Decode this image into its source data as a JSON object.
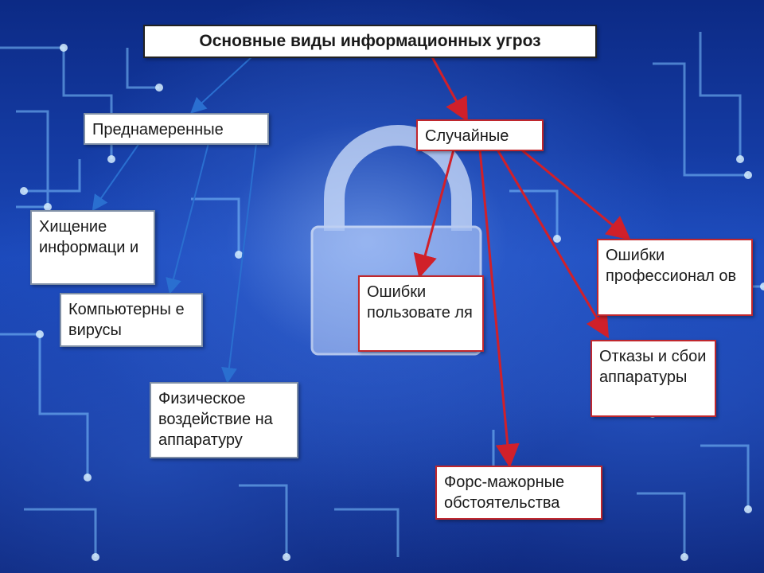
{
  "title": "Основные виды информационных угроз",
  "categories": {
    "intentional": "Преднамеренные",
    "accidental": "Случайные"
  },
  "intentional_items": [
    "Хищение информаци и",
    "Компьютерны е вирусы",
    "Физическое воздействие на аппаратуру"
  ],
  "accidental_items": [
    "Ошибки пользовате ля",
    "Ошибки профессионал ов",
    "Отказы и сбои аппаратуры",
    "Форс-мажорные обстоятельства"
  ],
  "colors": {
    "intentional_arrow": "#2a6fd0",
    "accidental_arrow": "#d0202a",
    "title_border": "#222222",
    "accidental_border": "#c0272d",
    "intentional_border": "#7f8fa6"
  },
  "background_icon": "padlock-icon"
}
